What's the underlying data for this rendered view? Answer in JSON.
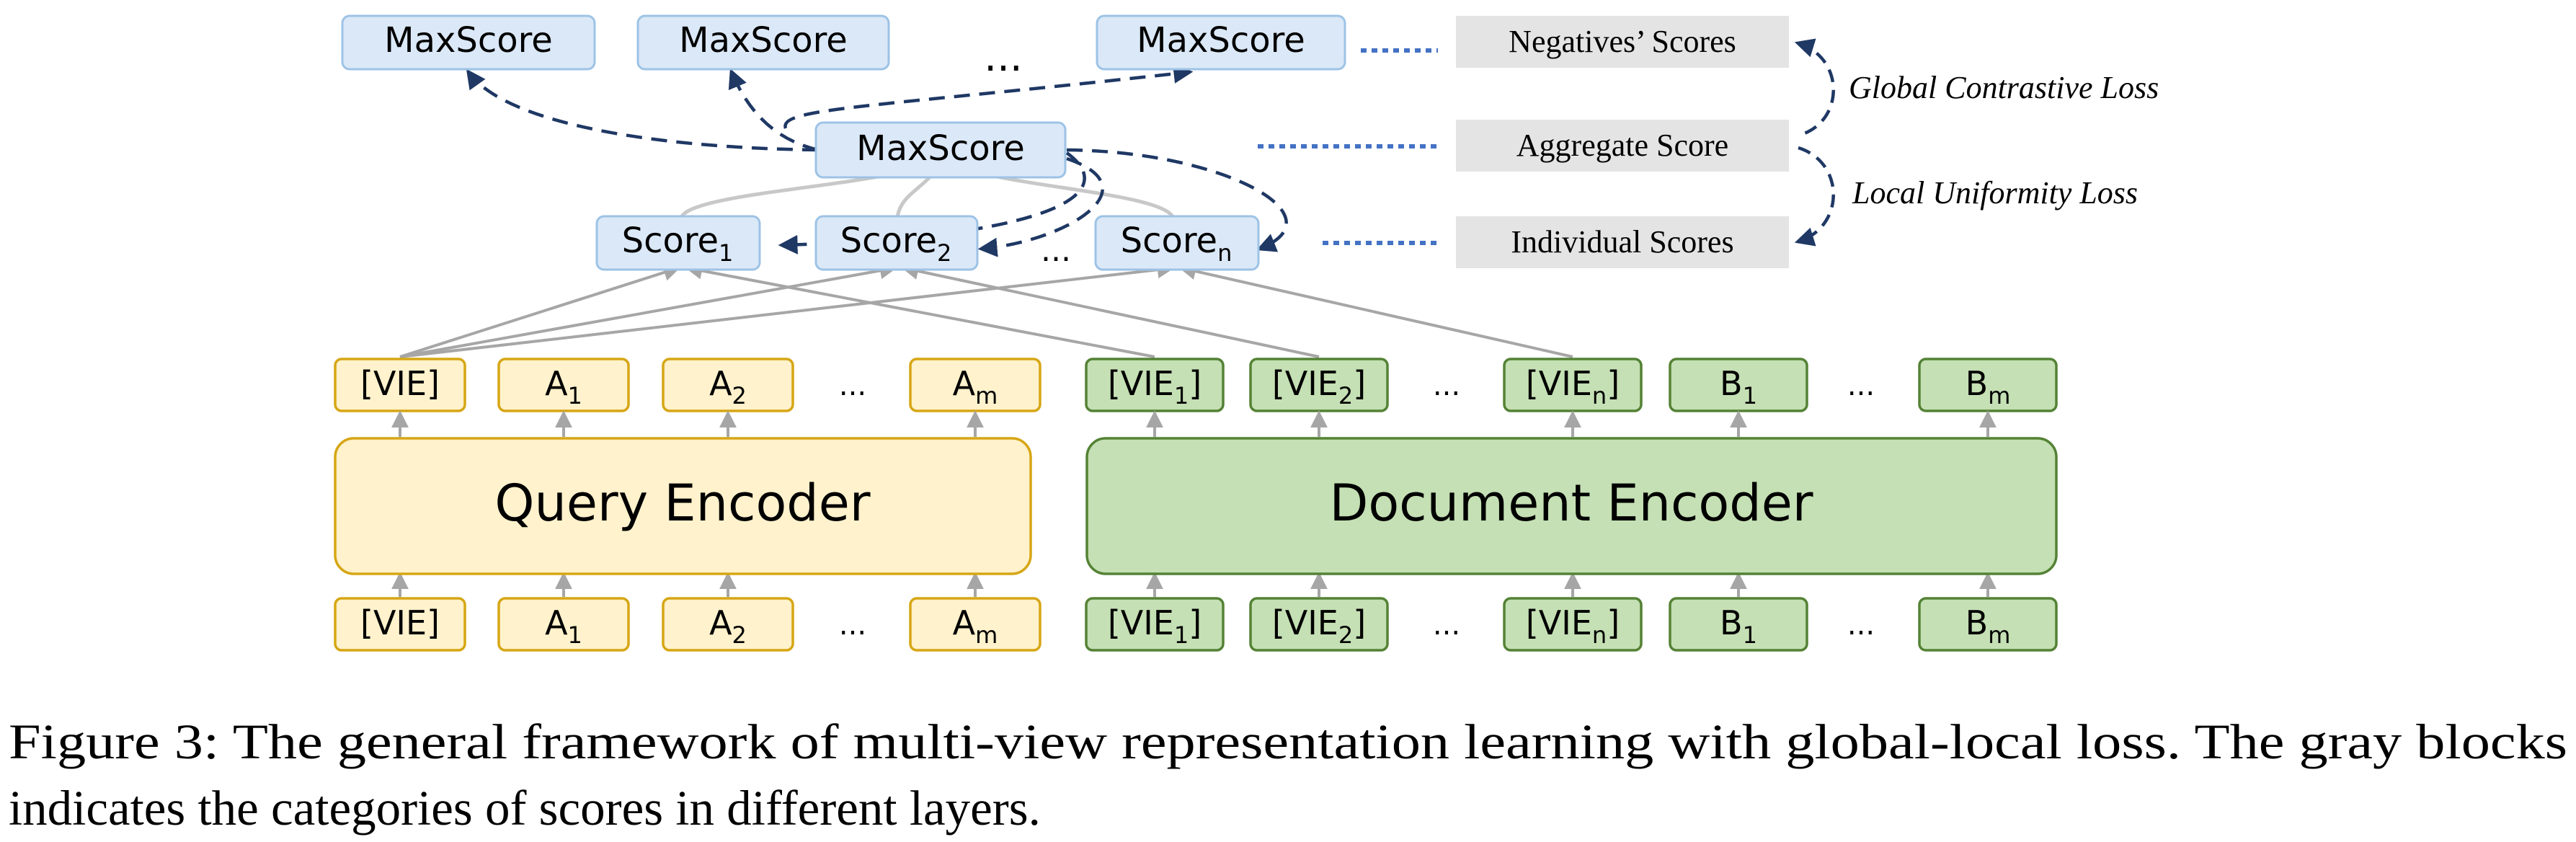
{
  "diagram": {
    "top_maxscores": [
      {
        "label": "MaxScore"
      },
      {
        "label": "MaxScore"
      },
      {
        "label": "MaxScore"
      }
    ],
    "top_ellipsis": "...",
    "aggregate": {
      "label": "MaxScore"
    },
    "scores": [
      {
        "base": "Score",
        "sub": "1"
      },
      {
        "base": "Score",
        "sub": "2"
      },
      {
        "base": "Score",
        "sub": "n"
      }
    ],
    "scores_ellipsis": "...",
    "legend": {
      "negatives": "Negatives’ Scores",
      "aggregate": "Aggregate Score",
      "individual": "Individual Scores"
    },
    "loss_labels": {
      "global": "Global Contrastive Loss",
      "local": "Local Uniformity Loss"
    },
    "query_tokens": [
      {
        "base": "[VIE]",
        "sub": ""
      },
      {
        "base": "A",
        "sub": "1"
      },
      {
        "base": "A",
        "sub": "2"
      },
      {
        "base": "...",
        "sub": ""
      },
      {
        "base": "A",
        "sub": "m"
      }
    ],
    "doc_tokens": [
      {
        "base": "[VIE",
        "sub": "1",
        "suffix": "]"
      },
      {
        "base": "[VIE",
        "sub": "2",
        "suffix": "]"
      },
      {
        "base": "...",
        "sub": "",
        "suffix": ""
      },
      {
        "base": "[VIE",
        "sub": "n",
        "suffix": "]"
      },
      {
        "base": "B",
        "sub": "1",
        "suffix": ""
      },
      {
        "base": "...",
        "sub": "",
        "suffix": ""
      },
      {
        "base": "B",
        "sub": "m",
        "suffix": ""
      }
    ],
    "encoders": {
      "query": "Query Encoder",
      "document": "Document Encoder"
    },
    "colors": {
      "score_fill": "#dbe8f7",
      "score_stroke": "#9dc3e6",
      "query_fill": "#fff2cc",
      "query_stroke": "#d6a614",
      "doc_fill": "#c5e0b4",
      "doc_stroke": "#548235",
      "legend_fill": "#e4e4e4",
      "dashed_arrow": "#1f3864",
      "dotted_link": "#4472c4",
      "gray_line": "#a6a6a6"
    }
  },
  "caption": {
    "line1": "Figure 3: The general framework of multi-view representation learning with global-local loss. The gray blocks",
    "line2": "indicates the categories of scores in different layers."
  }
}
